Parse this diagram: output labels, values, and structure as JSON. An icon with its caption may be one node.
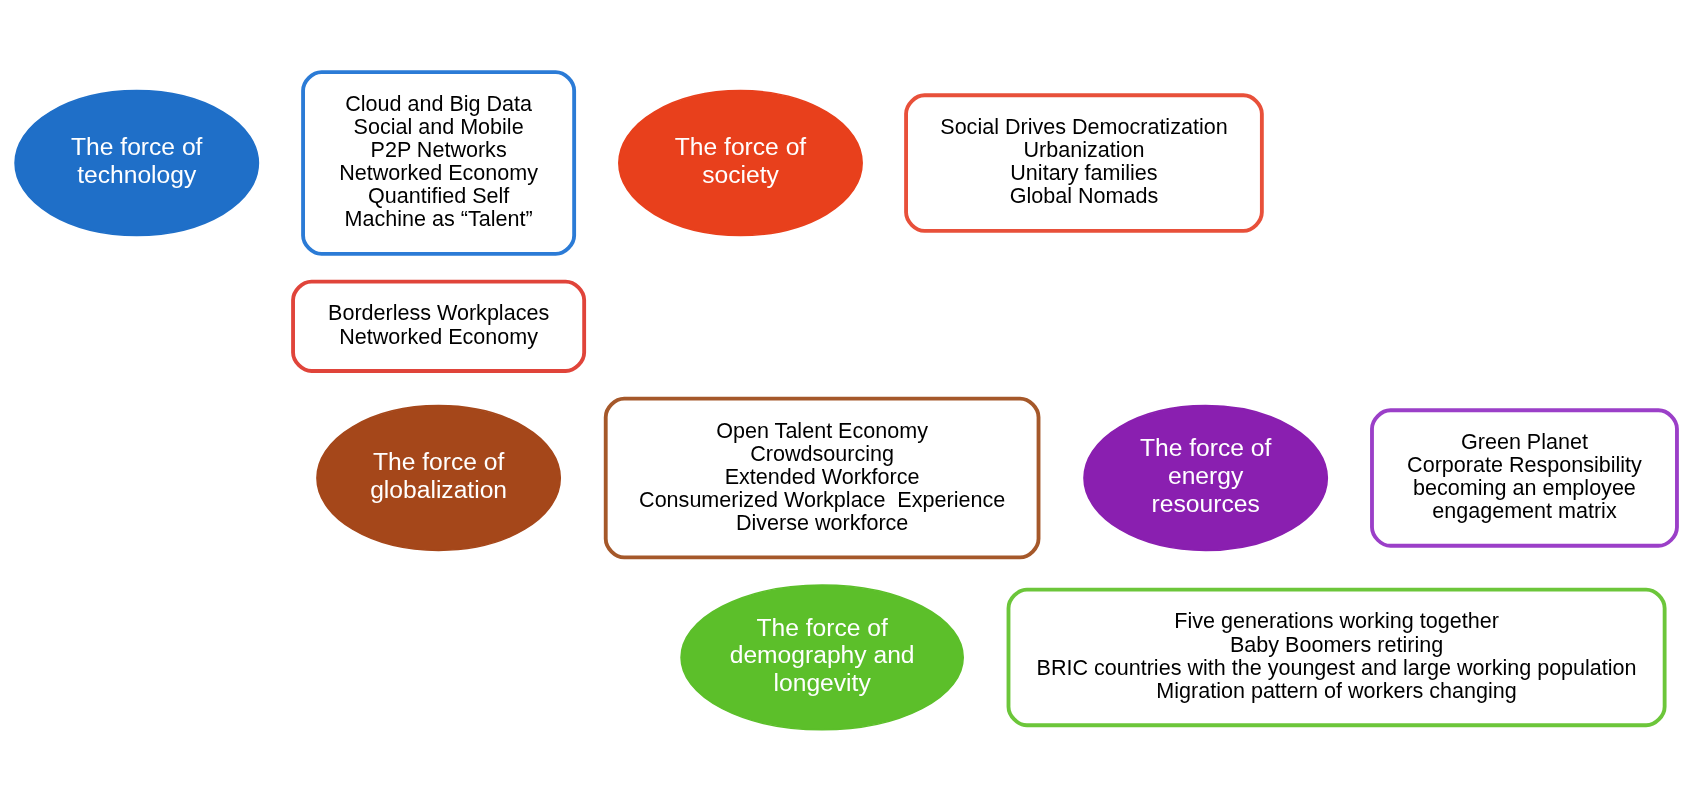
{
  "diagram": {
    "nodes": [
      {
        "text": [
          "The force of technology"
        ]
      },
      {
        "text": [
          "Cloud and Big Data",
          "Social and Mobile",
          "P2P Networks",
          "Networked Economy",
          "Quantified Self",
          "Machine as “Talent”"
        ]
      },
      {
        "text": [
          "Borderless Workplaces",
          "Networked Economy"
        ]
      },
      {
        "text": [
          "The force of globalization"
        ]
      },
      {
        "text": [
          "Open Talent Economy",
          "Crowdsourcing",
          "Extended Workforce",
          "Consumerized Workplace  Experience",
          "Diverse workforce"
        ]
      },
      {
        "text": [
          "The force of society"
        ]
      },
      {
        "text": [
          "Social Drives Democratization",
          "Urbanization",
          "Unitary families",
          "Global Nomads"
        ]
      },
      {
        "text": [
          "The force of energy resources"
        ]
      },
      {
        "text": [
          "Green Planet",
          "Corporate Responsibility becoming an employee engagement matrix"
        ]
      },
      {
        "text": [
          "The force of demography and longevity"
        ]
      },
      {
        "text": [
          "Five generations working together",
          "Baby Boomers retiring",
          "BRIC countries with the youngest and large working population",
          "Migration pattern of workers changing"
        ]
      }
    ],
    "edges": []
  }
}
